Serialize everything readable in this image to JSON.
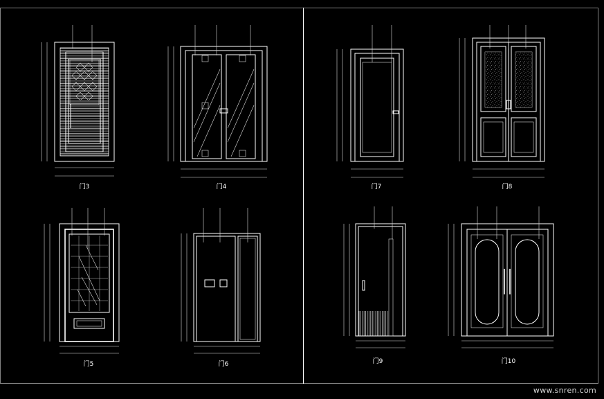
{
  "doors": [
    {
      "id": "d3",
      "caption": "门3"
    },
    {
      "id": "d4",
      "caption": "门4"
    },
    {
      "id": "d7",
      "caption": "门7"
    },
    {
      "id": "d8",
      "caption": "门8"
    },
    {
      "id": "d5",
      "caption": "门5"
    },
    {
      "id": "d6",
      "caption": "门6"
    },
    {
      "id": "d9",
      "caption": "门9"
    },
    {
      "id": "d10",
      "caption": "门10"
    }
  ],
  "watermark": "www.snren.com"
}
